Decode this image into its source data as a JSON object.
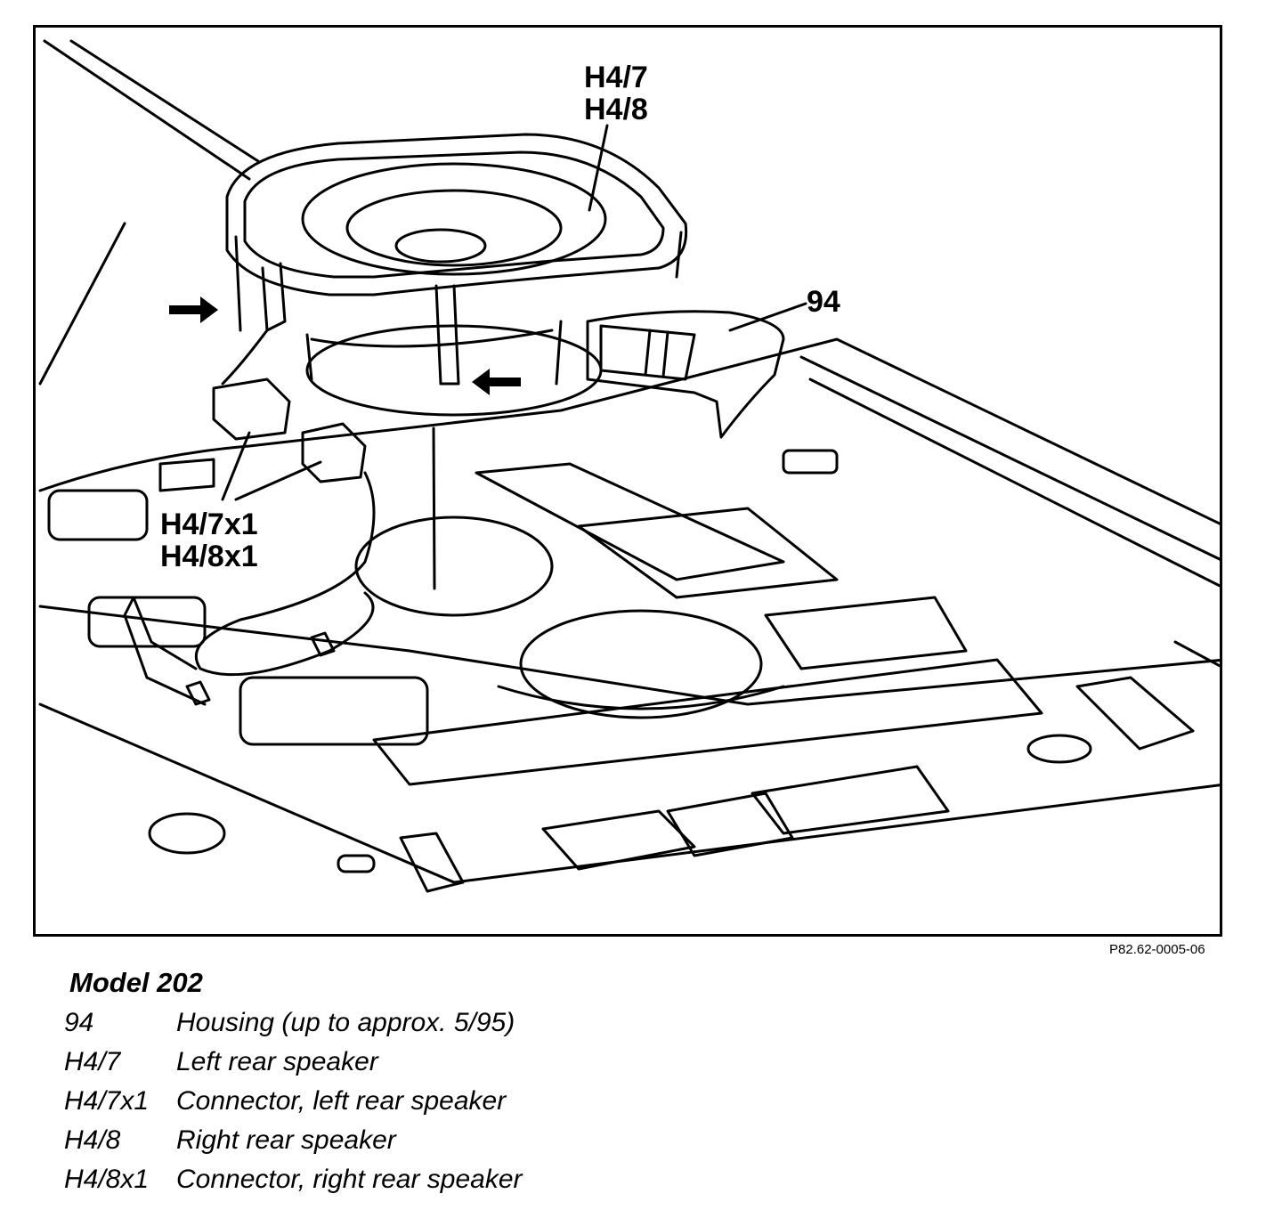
{
  "callouts": {
    "speaker": [
      "H4/7",
      "H4/8"
    ],
    "housing": "94",
    "connectors": [
      "H4/7x1",
      "H4/8x1"
    ]
  },
  "figure_code": "P82.62-0005-06",
  "legend": {
    "title": "Model 202",
    "items": [
      {
        "code": "94",
        "desc": "Housing (up to approx. 5/95)"
      },
      {
        "code": "H4/7",
        "desc": "Left rear speaker"
      },
      {
        "code": "H4/7x1",
        "desc": "Connector, left rear speaker"
      },
      {
        "code": "H4/8",
        "desc": "Right rear speaker"
      },
      {
        "code": "H4/8x1",
        "desc": "Connector, right rear speaker"
      }
    ]
  }
}
